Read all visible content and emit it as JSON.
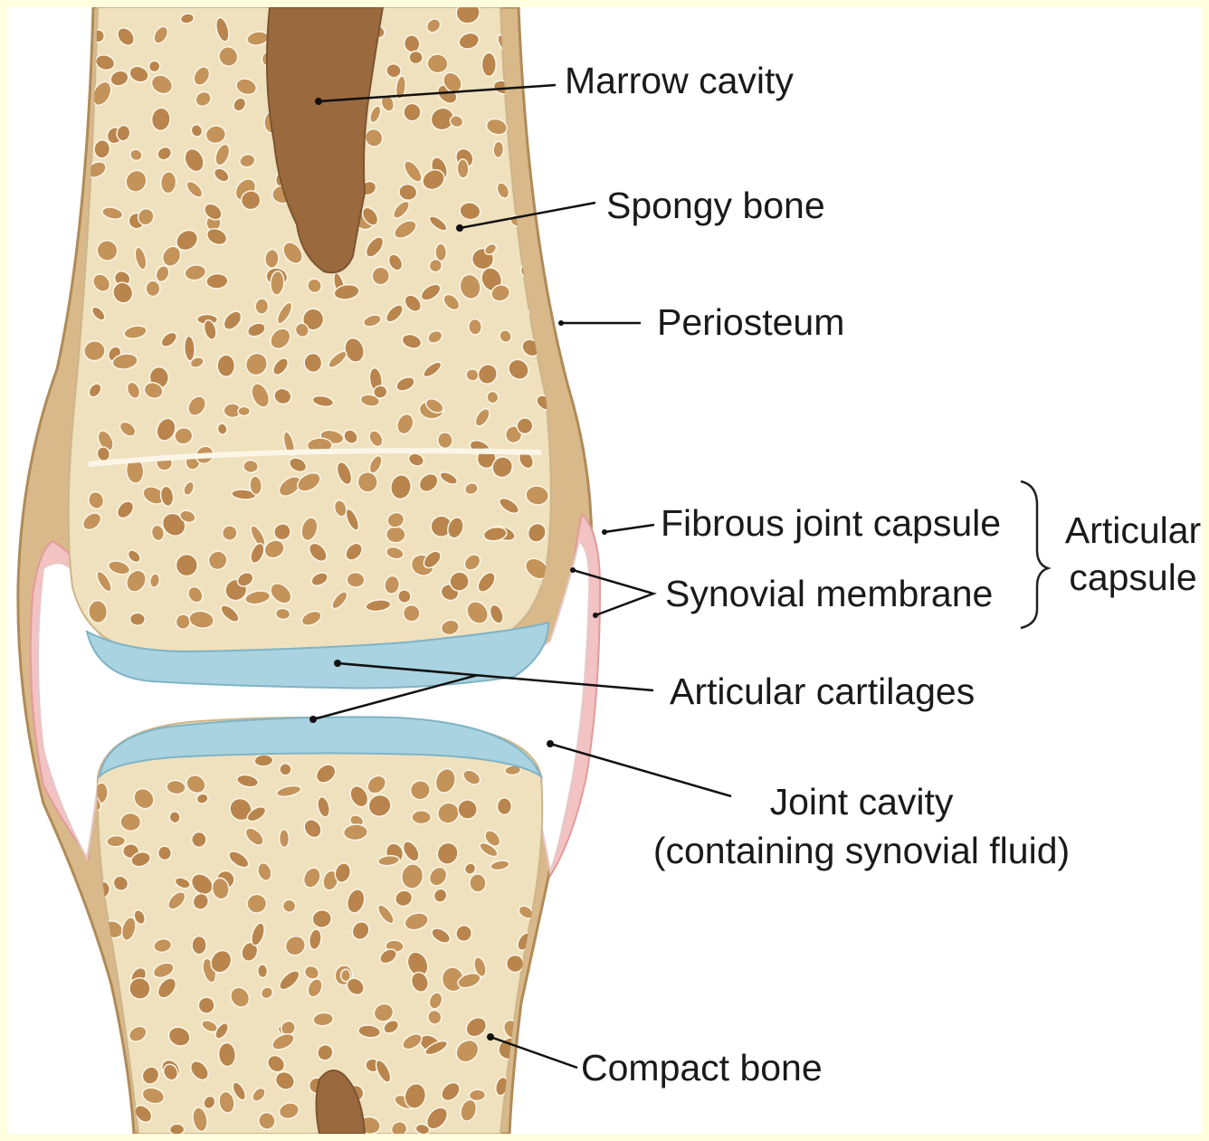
{
  "labels": {
    "marrow_cavity": "Marrow cavity",
    "spongy_bone": "Spongy bone",
    "periosteum": "Periosteum",
    "fibrous_joint_capsule": "Fibrous joint capsule",
    "synovial_membrane": "Synovial membrane",
    "articular_capsule_line1": "Articular",
    "articular_capsule_line2": "capsule",
    "articular_cartilages": "Articular cartilages",
    "joint_cavity_line1": "Joint cavity",
    "joint_cavity_line2": "(containing synovial fluid)",
    "compact_bone": "Compact bone"
  },
  "colors": {
    "page_border": "#ffffe0",
    "bone": "#efe1bd",
    "spongy_pore": "#b9854c",
    "marrow": "#9a6a3e",
    "periosteum": "#c8a474",
    "cartilage": "#a9d3e0",
    "synovial_membrane": "#f0b7b7",
    "joint_cavity": "#ffffff"
  }
}
